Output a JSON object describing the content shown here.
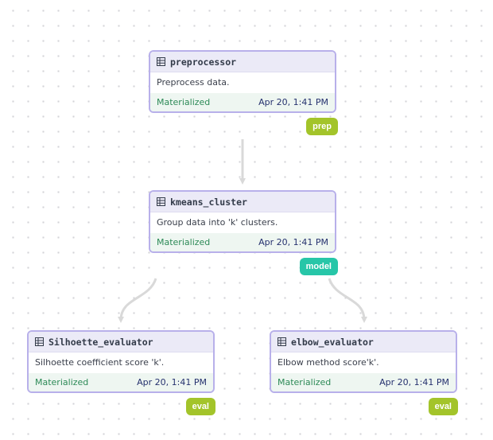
{
  "nodes": {
    "preprocessor": {
      "title": "preprocessor",
      "description": "Preprocess data.",
      "status": "Materialized",
      "timestamp": "Apr 20, 1:41 PM",
      "tag": "prep"
    },
    "kmeans": {
      "title": "kmeans_cluster",
      "description": "Group data into 'k' clusters.",
      "status": "Materialized",
      "timestamp": "Apr 20, 1:41 PM",
      "tag": "model"
    },
    "silhouette": {
      "title": "Silhoette_evaluator",
      "description": "Silhoette coefficient score 'k'.",
      "status": "Materialized",
      "timestamp": "Apr 20, 1:41 PM",
      "tag": "eval"
    },
    "elbow": {
      "title": "elbow_evaluator",
      "description": "Elbow method score'k'.",
      "status": "Materialized",
      "timestamp": "Apr 20, 1:41 PM",
      "tag": "eval"
    }
  },
  "icons": {
    "node_icon": "table-icon"
  },
  "colors": {
    "node_border": "#b8b0ea",
    "header_bg": "#ebeaf7",
    "footer_bg": "#eef6f1",
    "status_text": "#2d8a57",
    "timestamp_text": "#25316e",
    "edge": "#d9d9d9",
    "tag_prep": "#a3c42a",
    "tag_model": "#27c6a8",
    "tag_eval": "#a3c42a"
  }
}
